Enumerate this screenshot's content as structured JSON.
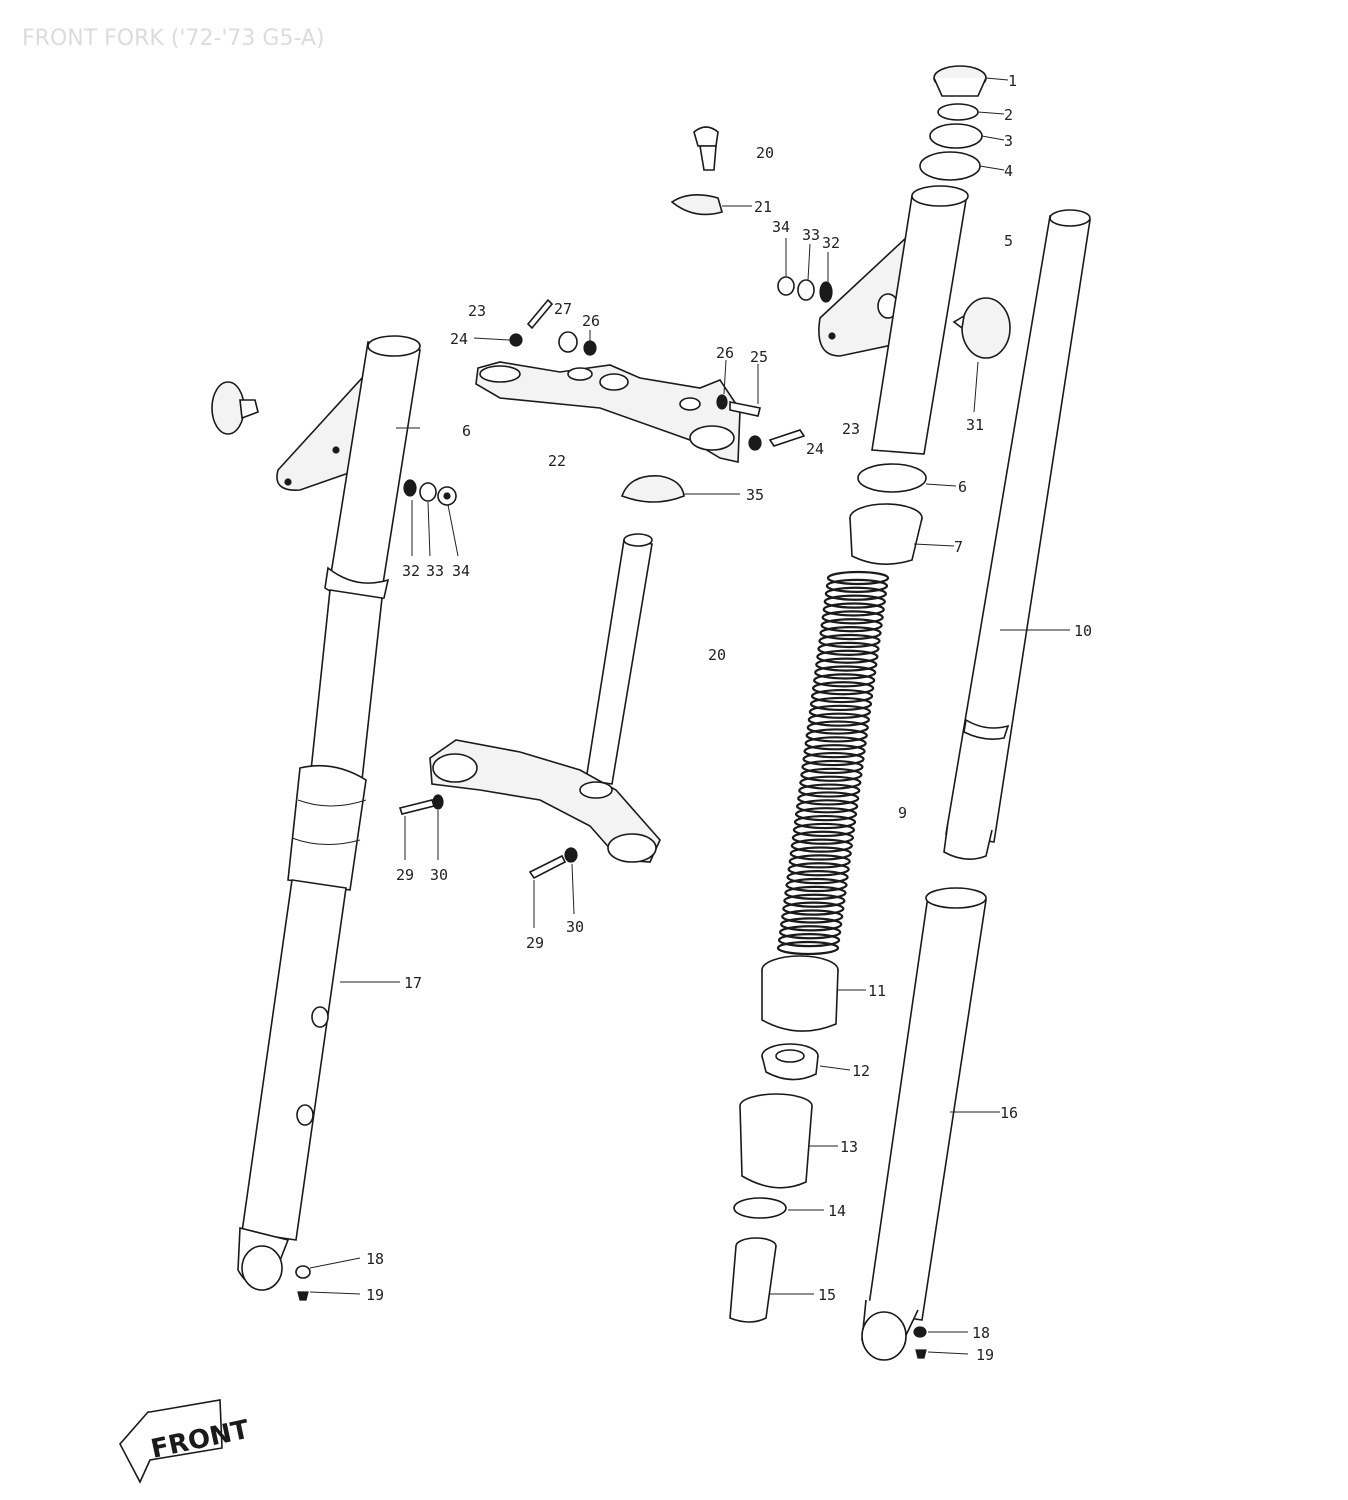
{
  "title": "FRONT FORK ('72-'73 G5-A)",
  "front_label": "FRONT",
  "callouts": {
    "c1": "1",
    "c2": "2",
    "c3": "3",
    "c4": "4",
    "c5": "5",
    "c6a": "6",
    "c6b": "6",
    "c7": "7",
    "c9": "9",
    "c10": "10",
    "c11": "11",
    "c12": "12",
    "c13": "13",
    "c14": "14",
    "c15": "15",
    "c16": "16",
    "c17": "17",
    "c18a": "18",
    "c18b": "18",
    "c19a": "19",
    "c19b": "19",
    "c20a": "20",
    "c20b": "20",
    "c21": "21",
    "c22": "22",
    "c23a": "23",
    "c23b": "23",
    "c24a": "24",
    "c24b": "24",
    "c25": "25",
    "c26a": "26",
    "c26b": "26",
    "c27": "27",
    "c29a": "29",
    "c29b": "29",
    "c30a": "30",
    "c30b": "30",
    "c31": "31",
    "c32a": "32",
    "c32b": "32",
    "c33a": "33",
    "c33b": "33",
    "c34a": "34",
    "c34b": "34",
    "c35": "35"
  }
}
